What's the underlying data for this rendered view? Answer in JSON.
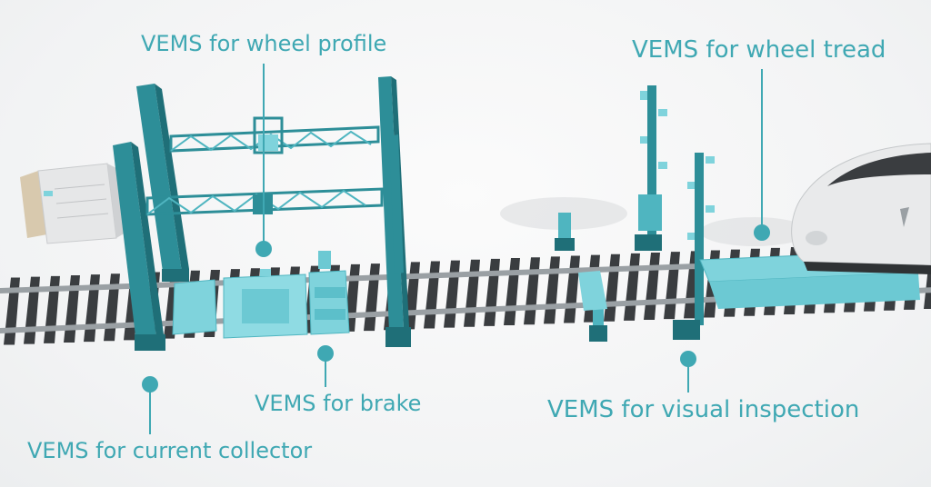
{
  "labels": {
    "wheel_profile": "VEMS for wheel profile",
    "wheel_tread": "VEMS for wheel tread",
    "brake": "VEMS for brake",
    "visual_inspection": "VEMS for visual inspection",
    "current_collector": "VEMS for current collector"
  },
  "colors": {
    "accent": "#3fa8b3",
    "structure": "#2d8e98",
    "structure_dark": "#1f6f78",
    "equipment": "#7fd3dc",
    "rail": "#9aa0a4",
    "sleeper": "#3a3d40",
    "train": "#e9eaeb"
  }
}
